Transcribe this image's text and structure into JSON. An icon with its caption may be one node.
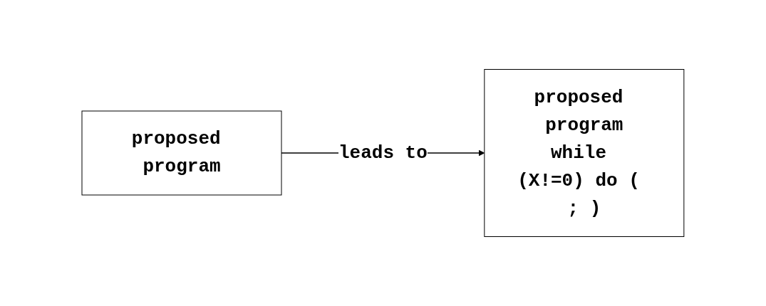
{
  "diagram": {
    "nodes": [
      {
        "text": [
          "proposed program"
        ]
      },
      {
        "text": [
          "proposed program",
          "while (X!=0) do ( ; )"
        ]
      }
    ],
    "edges": [
      {
        "from": 0,
        "to": 1,
        "arrow": "to",
        "label": "leads to"
      }
    ]
  }
}
